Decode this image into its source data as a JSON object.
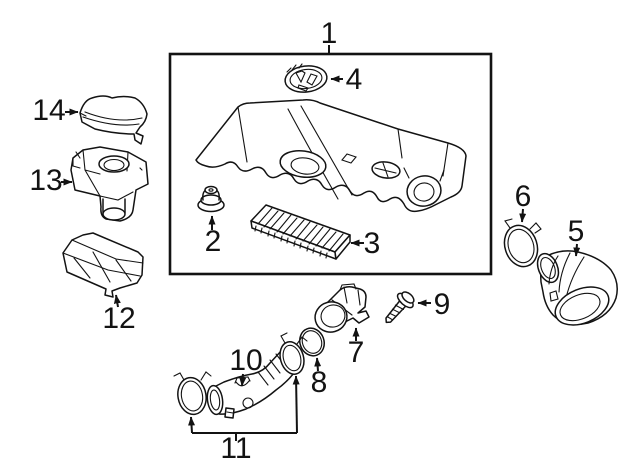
{
  "figure": {
    "colors": {
      "line": "#131313",
      "background": "#ffffff"
    },
    "callouts": [
      {
        "label": "1"
      },
      {
        "label": "2"
      },
      {
        "label": "3"
      },
      {
        "label": "4"
      },
      {
        "label": "5"
      },
      {
        "label": "6"
      },
      {
        "label": "7"
      },
      {
        "label": "8"
      },
      {
        "label": "9"
      },
      {
        "label": "10"
      },
      {
        "label": "11"
      },
      {
        "label": "12"
      },
      {
        "label": "13"
      },
      {
        "label": "14"
      }
    ]
  }
}
